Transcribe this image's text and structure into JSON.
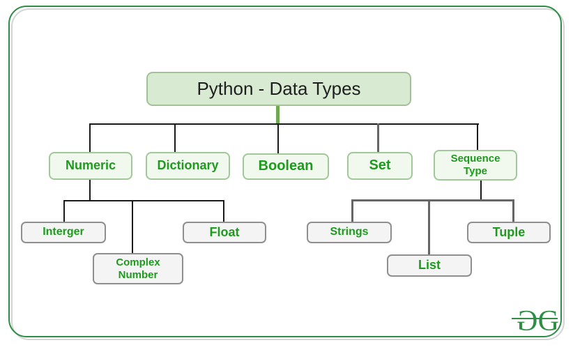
{
  "colors": {
    "frame_green": "#2F8D46",
    "frame_shadow_gray": "#d4d4d4",
    "title_fill": "#d9ead3",
    "title_border": "#a2c295",
    "level2_fill": "#f1f8ee",
    "level2_border": "#a0c898",
    "level3_fill": "#f4f4f4",
    "level3_border": "#8f8f8f",
    "label_green": "#1e9b1e",
    "connector_black": "#1a1a1a",
    "connector_gray": "#666666",
    "stub_green": "#6fa84f",
    "logo_green": "#2F8D46"
  },
  "diagram": {
    "title": "Python - Data Types",
    "level2": [
      "Numeric",
      "Dictionary",
      "Boolean",
      "Set",
      "Sequence Type"
    ],
    "numeric_children": [
      "Interger",
      "Complex Number",
      "Float"
    ],
    "sequence_children": [
      "Strings",
      "List",
      "Tuple"
    ]
  },
  "logo": {
    "letters": [
      "G",
      "G"
    ]
  }
}
